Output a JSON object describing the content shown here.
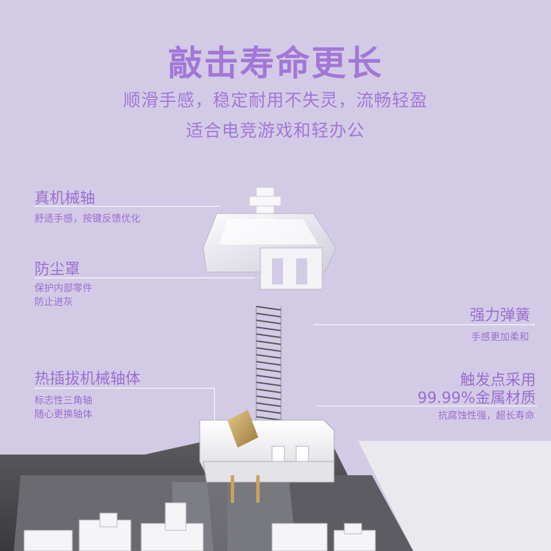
{
  "header": {
    "title": "敲击寿命更长",
    "subtitle_line1": "顺滑手感，稳定耐用不失灵，流畅轻盈",
    "subtitle_line2": "适合电竞游戏和轻办公"
  },
  "callouts": {
    "mech_switch": {
      "title": "真机械轴",
      "desc": "舒适手感，按键反馈优化"
    },
    "dust_cover": {
      "title": "防尘罩",
      "desc_line1": "保护内部零件",
      "desc_line2": "防止进灰"
    },
    "hot_swap": {
      "title": "热插拔机械轴体",
      "desc_line1": "标志性三角轴",
      "desc_line2": "随心更换轴体"
    },
    "spring": {
      "title": "强力弹簧",
      "desc": "手感更加柔和"
    },
    "contact": {
      "title_line1": "触发点采用",
      "title_line2": "99.99%金属材质",
      "desc": "抗腐蚀性强，超长寿命"
    }
  },
  "colors": {
    "background": "#d3cbe6",
    "accent": "#a277d7",
    "keyboard_frame": "#4a4a4e",
    "switch_housing": "#f1f1f3"
  }
}
